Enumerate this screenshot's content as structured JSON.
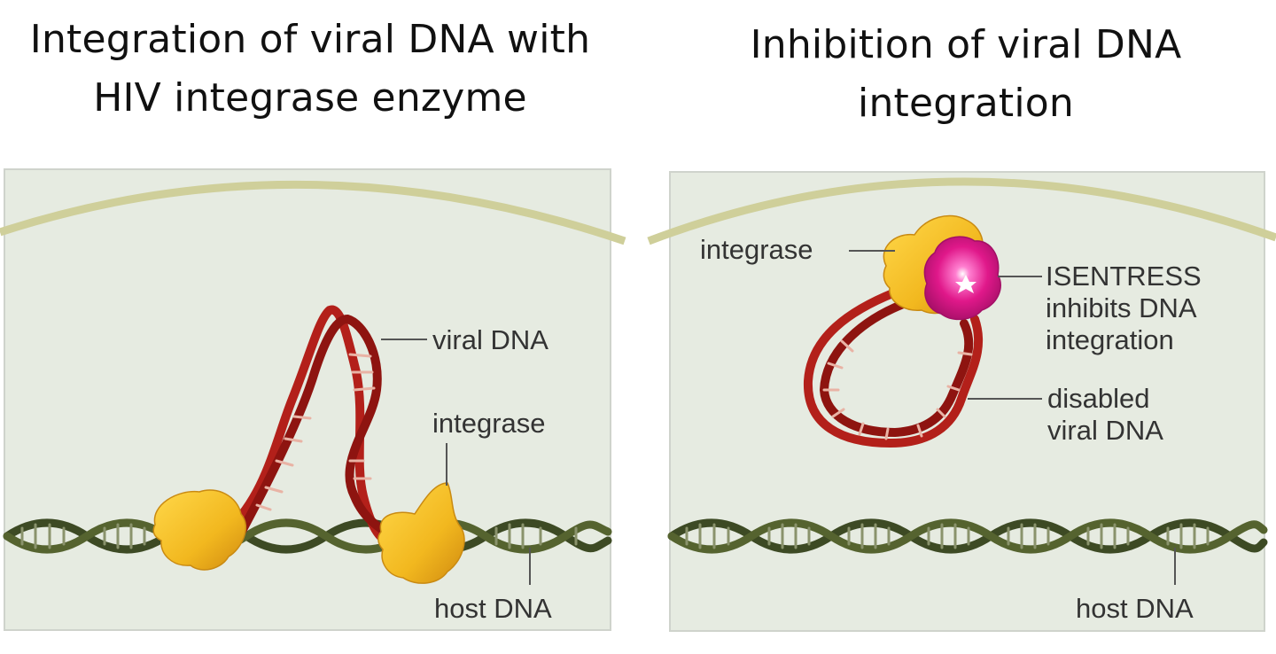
{
  "left": {
    "title_line1": "Integration of viral DNA with",
    "title_line2": "HIV integrase enzyme",
    "label_viral_dna": "viral DNA",
    "label_integrase": "integrase",
    "label_host_dna": "host DNA"
  },
  "right": {
    "title_line1": "Inhibition of viral DNA",
    "title_line2": "integration",
    "label_integrase": "integrase",
    "label_isentress_1": "ISENTRESS",
    "label_isentress_2": "inhibits DNA",
    "label_isentress_3": "integration",
    "label_disabled_1": "disabled",
    "label_disabled_2": "viral DNA",
    "label_host_dna": "host DNA"
  },
  "colors": {
    "panel_bg": "#e6ebe1",
    "membrane": "#cfcf9a",
    "viral_dna": "#b3201a",
    "host_dna": "#3d4a24",
    "integrase": "#f2b81f",
    "isentress": "#e0188a"
  }
}
